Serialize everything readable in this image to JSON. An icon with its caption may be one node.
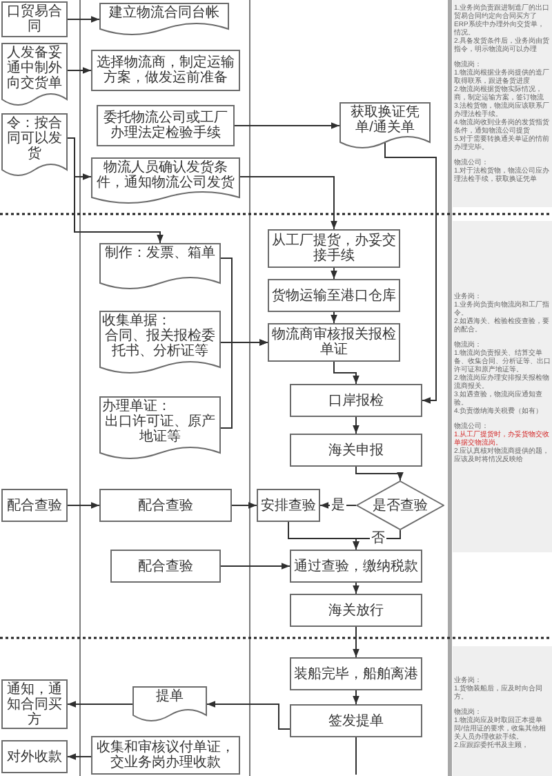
{
  "diagram": {
    "nodes": [
      {
        "text": [
          "口贸易合同"
        ]
      },
      {
        "text": [
          "建立物流合同台帐"
        ]
      },
      {
        "text": [
          "人发备妥通中制外向交货单"
        ]
      },
      {
        "text": [
          "选择物流商，制定运输方案，做发运前准备"
        ]
      },
      {
        "text": [
          "委托物流公司或工厂办理法定检验手续"
        ]
      },
      {
        "text": [
          "获取换证凭单/通关单"
        ]
      },
      {
        "text": [
          "令：按合同可以发货"
        ]
      },
      {
        "text": [
          "物流人员确认发货条件，通知物流公司发货"
        ]
      },
      {
        "text": [
          "从工厂提货，办妥交接手续"
        ]
      },
      {
        "text": [
          "制作：发票、箱单"
        ]
      },
      {
        "text": [
          "货物运输至港口仓库"
        ]
      },
      {
        "text": [
          "收集单据：",
          "合同、报关报检委托书、分析证等"
        ]
      },
      {
        "text": [
          "物流商审核报关报检单证"
        ]
      },
      {
        "text": [
          "口岸报检"
        ]
      },
      {
        "text": [
          "办理单证：",
          "出口许可证、原产地证等"
        ]
      },
      {
        "text": [
          "海关申报"
        ]
      },
      {
        "text": [
          "配合查验"
        ]
      },
      {
        "text": [
          "配合查验"
        ]
      },
      {
        "text": [
          "安排查验"
        ]
      },
      {
        "text": [
          "是否查验"
        ]
      },
      {
        "text": [
          "配合查验"
        ]
      },
      {
        "text": [
          "通过查验，缴纳税款"
        ]
      },
      {
        "text": [
          "海关放行"
        ]
      },
      {
        "text": [
          "装船完毕，船舶离港"
        ]
      },
      {
        "text": [
          "通知，通知合同买方"
        ]
      },
      {
        "text": [
          "提单"
        ]
      },
      {
        "text": [
          "签发提单"
        ]
      },
      {
        "text": [
          "对外收款"
        ]
      },
      {
        "text": [
          "收集和审核议付单证，交业务岗办理收款"
        ]
      }
    ],
    "edges": [
      {
        "from": 0,
        "to": 1,
        "arrow": "to"
      },
      {
        "from": 2,
        "to": 3,
        "arrow": "to"
      },
      {
        "from": 4,
        "to": 5,
        "arrow": "to"
      },
      {
        "from": 6,
        "to": 7,
        "arrow": "to"
      },
      {
        "from": 6,
        "to": 9,
        "arrow": "to"
      },
      {
        "from": 7,
        "to": 8,
        "arrow": "to"
      },
      {
        "from": 5,
        "to": 13,
        "arrow": "to"
      },
      {
        "from": 8,
        "to": 10,
        "arrow": "to"
      },
      {
        "from": 10,
        "to": 12,
        "arrow": "to"
      },
      {
        "from": 9,
        "to": 12,
        "arrow": "to"
      },
      {
        "from": 11,
        "to": 12,
        "arrow": "to"
      },
      {
        "from": 14,
        "to": 12,
        "arrow": "to"
      },
      {
        "from": 12,
        "to": 13,
        "arrow": "to"
      },
      {
        "from": 13,
        "to": 15,
        "arrow": "to"
      },
      {
        "from": 15,
        "to": 19,
        "arrow": "to"
      },
      {
        "from": 19,
        "to": 18,
        "arrow": "to",
        "label": "是"
      },
      {
        "from": 19,
        "to": 21,
        "arrow": "to",
        "label": "否"
      },
      {
        "from": 18,
        "to": 21,
        "arrow": "to"
      },
      {
        "from": 16,
        "to": 17,
        "arrow": "to"
      },
      {
        "from": 17,
        "to": 18,
        "arrow": "to"
      },
      {
        "from": 20,
        "to": 21,
        "arrow": "to"
      },
      {
        "from": 21,
        "to": 22,
        "arrow": "to"
      },
      {
        "from": 22,
        "to": 23,
        "arrow": "to"
      },
      {
        "from": 23,
        "to": 26,
        "arrow": "to"
      },
      {
        "from": 26,
        "to": 25,
        "arrow": "to"
      },
      {
        "from": 25,
        "to": 24,
        "arrow": "to"
      },
      {
        "from": 28,
        "to": 27,
        "arrow": "to"
      },
      {
        "from": 26,
        "to": null,
        "arrow": "none"
      }
    ],
    "labels": [
      "1.业务岗负责跟进制造厂的出口贸易合同约定向合同买方了ERP系统中办理外向交货单，情况。",
      "2.具备发货条件后，业务岗由货指令，明示物流岗可以办理",
      "物流岗：",
      "1.物流岗根据业务岗提供的造厂取得联系，跟进备货进度",
      "2.物流岗根据货物实际情况，商，制定运输方案，签订物流",
      "3.法检货物，物流岗应该联系厂办理法检手续。",
      "4.物流岗收到业务岗的发货指货条件，通知物流公司提货",
      "5.对于需要转换通关单证的情前办理完毕。",
      "物流公司：",
      "1.对于法检货物，物流公司应办理法检手续，获取换证凭单",
      "业务岗：",
      "1.业务岗负责向物流岗和工厂指令。",
      "2.如遇海关、检验检疫查验，要的配合。",
      "物流岗：",
      "1.物流岗负责报关、结算交单备、收集合同、分析证等、出口许可证和原产地证等。",
      "2.物流岗应办理安排报关报检物流商报关。",
      "3.如遇查验，物流岗应通知查验。",
      "4.负责缴纳海关税费（如有）",
      "物流公司：",
      "1.从工厂提货时，办妥货物交收单据交物流岗。",
      "2.应认真核对物流商提供的题，应该及时将情况反映给",
      "业务岗：",
      "1.货物装船后，应及时向合同方。",
      "物流岗：",
      "1.物流岗应及时取回正本提单同/信用证的要求，收集其他相关人员办理收款手续。",
      "2.应跟踪委托书及主顾，"
    ]
  }
}
